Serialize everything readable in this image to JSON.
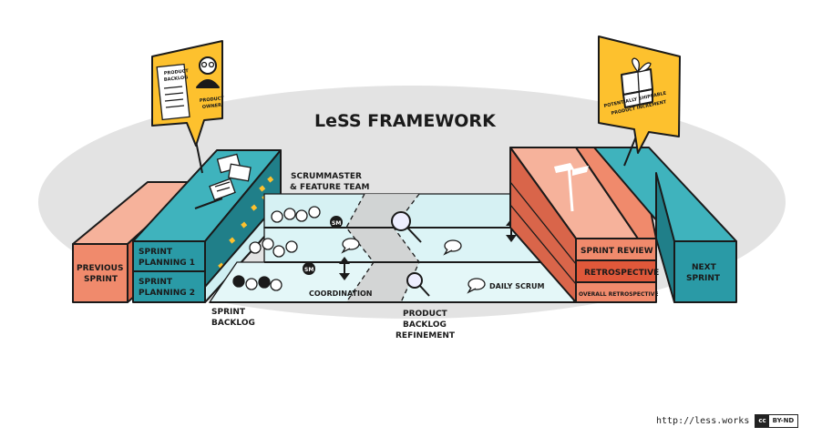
{
  "title": "LeSS FRAMEWORK",
  "product_owner": {
    "backlog_text_1": "PRODUCT",
    "backlog_text_2": "BACKLOG",
    "role_1": "PRODUCT",
    "role_2": "OWNER"
  },
  "increment": {
    "line_1": "POTENTIALLY SHIPPABLE",
    "line_2": "PRODUCT INCREMENT"
  },
  "team_label": {
    "line_1": "SCRUMMASTER",
    "line_2": "& FEATURE TEAM"
  },
  "previous_sprint": {
    "line_1": "PREVIOUS",
    "line_2": "SPRINT"
  },
  "next_sprint": {
    "line_1": "NEXT",
    "line_2": "SPRINT"
  },
  "sprint_planning_1": {
    "line_1": "SPRINT",
    "line_2": "PLANNING 1"
  },
  "sprint_planning_2": {
    "line_1": "SPRINT",
    "line_2": "PLANNING 2"
  },
  "sprint_backlog": {
    "line_1": "SPRINT",
    "line_2": "BACKLOG"
  },
  "coordination": "COORDINATION",
  "daily_scrum": "DAILY SCRUM",
  "refinement": {
    "line_1": "PRODUCT",
    "line_2": "BACKLOG",
    "line_3": "REFINEMENT"
  },
  "sprint_review": "SPRINT REVIEW",
  "retrospective": "RETROSPECTIVE",
  "overall_retrospective": "OVERALL RETROSPECTIVE",
  "sm_badge": "SM",
  "footer": {
    "url": "http://less.works",
    "license_icon": "cc",
    "license": "BY-ND"
  },
  "colors": {
    "salmon": "#f08a6c",
    "teal": "#2a9aa6",
    "light_teal": "#cfeff2",
    "yellow": "#fdc12e",
    "ellipse": "#e3e3e3"
  }
}
